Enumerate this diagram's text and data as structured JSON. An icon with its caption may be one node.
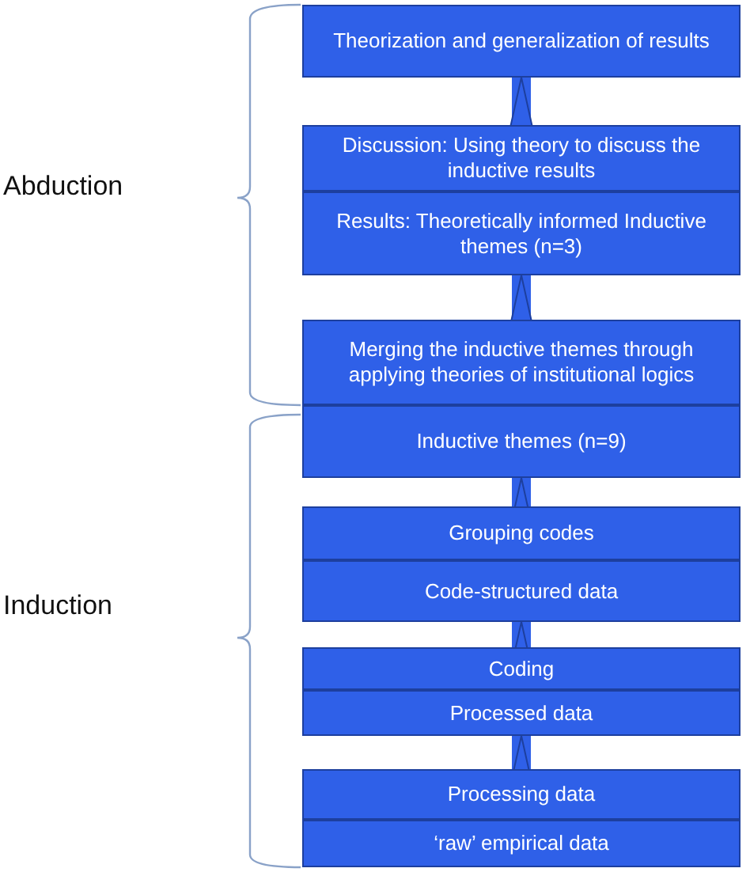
{
  "diagram": {
    "nodes": [
      {
        "text": [
          "Theorization and generalization of results"
        ]
      },
      {
        "text": [
          "Discussion: Using theory to discuss the inductive results"
        ]
      },
      {
        "text": [
          "Results: Theoretically informed Inductive themes (n=3)"
        ]
      },
      {
        "text": [
          "Merging the inductive themes through applying theories of institutional logics"
        ]
      },
      {
        "text": [
          "Inductive themes (n=9)"
        ]
      },
      {
        "text": [
          "Grouping codes"
        ]
      },
      {
        "text": [
          "Code-structured data"
        ]
      },
      {
        "text": [
          "Coding"
        ]
      },
      {
        "text": [
          "Processed data"
        ]
      },
      {
        "text": [
          "Processing data"
        ]
      },
      {
        "text": [
          "‘raw’ empirical data"
        ]
      }
    ],
    "edges": [
      {
        "from": 1,
        "to": 0,
        "arrow": "to"
      },
      {
        "from": 3,
        "to": 2,
        "arrow": "to"
      },
      {
        "from": 5,
        "to": 4,
        "arrow": "to"
      },
      {
        "from": 7,
        "to": 6,
        "arrow": "to"
      },
      {
        "from": 9,
        "to": 8,
        "arrow": "to"
      }
    ],
    "labels": [
      "Abduction",
      "Induction"
    ]
  }
}
